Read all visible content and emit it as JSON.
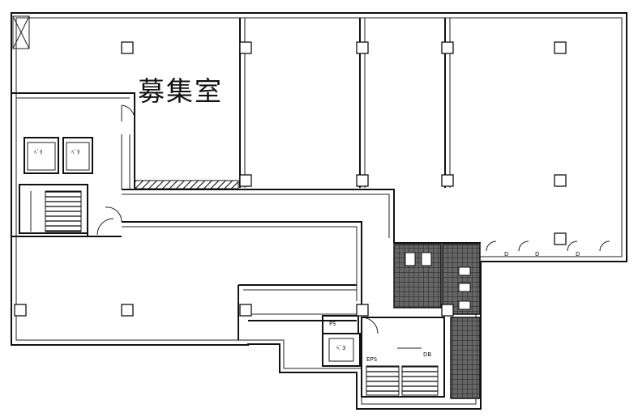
{
  "room_label": "募集室",
  "elevator_label": "ﾍﾞﾀ",
  "eps_label": "EPS",
  "ps_label": "PS",
  "db_label": "DB",
  "door_label": "D",
  "elevator_car_label": "ﾍﾞ3"
}
